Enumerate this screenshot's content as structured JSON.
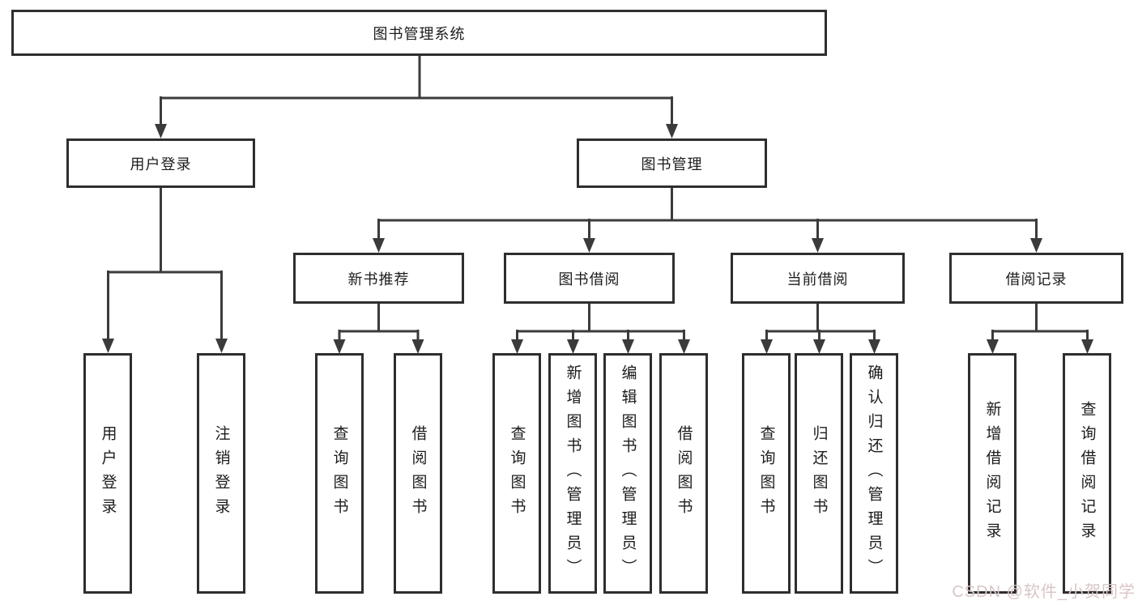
{
  "root": {
    "label": "图书管理系统"
  },
  "level2": [
    {
      "label": "用户登录"
    },
    {
      "label": "图书管理"
    }
  ],
  "level3": [
    {
      "label": "新书推荐"
    },
    {
      "label": "图书借阅"
    },
    {
      "label": "当前借阅"
    },
    {
      "label": "借阅记录"
    }
  ],
  "leaves": {
    "user_login": [
      "用户登录",
      "注销登录"
    ],
    "new_book": [
      "查询图书",
      "借阅图书"
    ],
    "book_borrow": [
      "查询图书",
      "新增图书（管理员）",
      "编辑图书（管理员）",
      "借阅图书"
    ],
    "current_borrow": [
      "查询图书",
      "归还图书",
      "确认归还（管理员）"
    ],
    "borrow_record": [
      "新增借阅记录",
      "查询借阅记录"
    ]
  },
  "watermark": {
    "text": "CSDN @软件_小贺同学"
  },
  "colors": {
    "line": "#3b3b3b",
    "box_border": "#2e2e2e",
    "text": "#1c1c1c",
    "background": "#ffffff",
    "watermark": "#d9c6c6"
  }
}
